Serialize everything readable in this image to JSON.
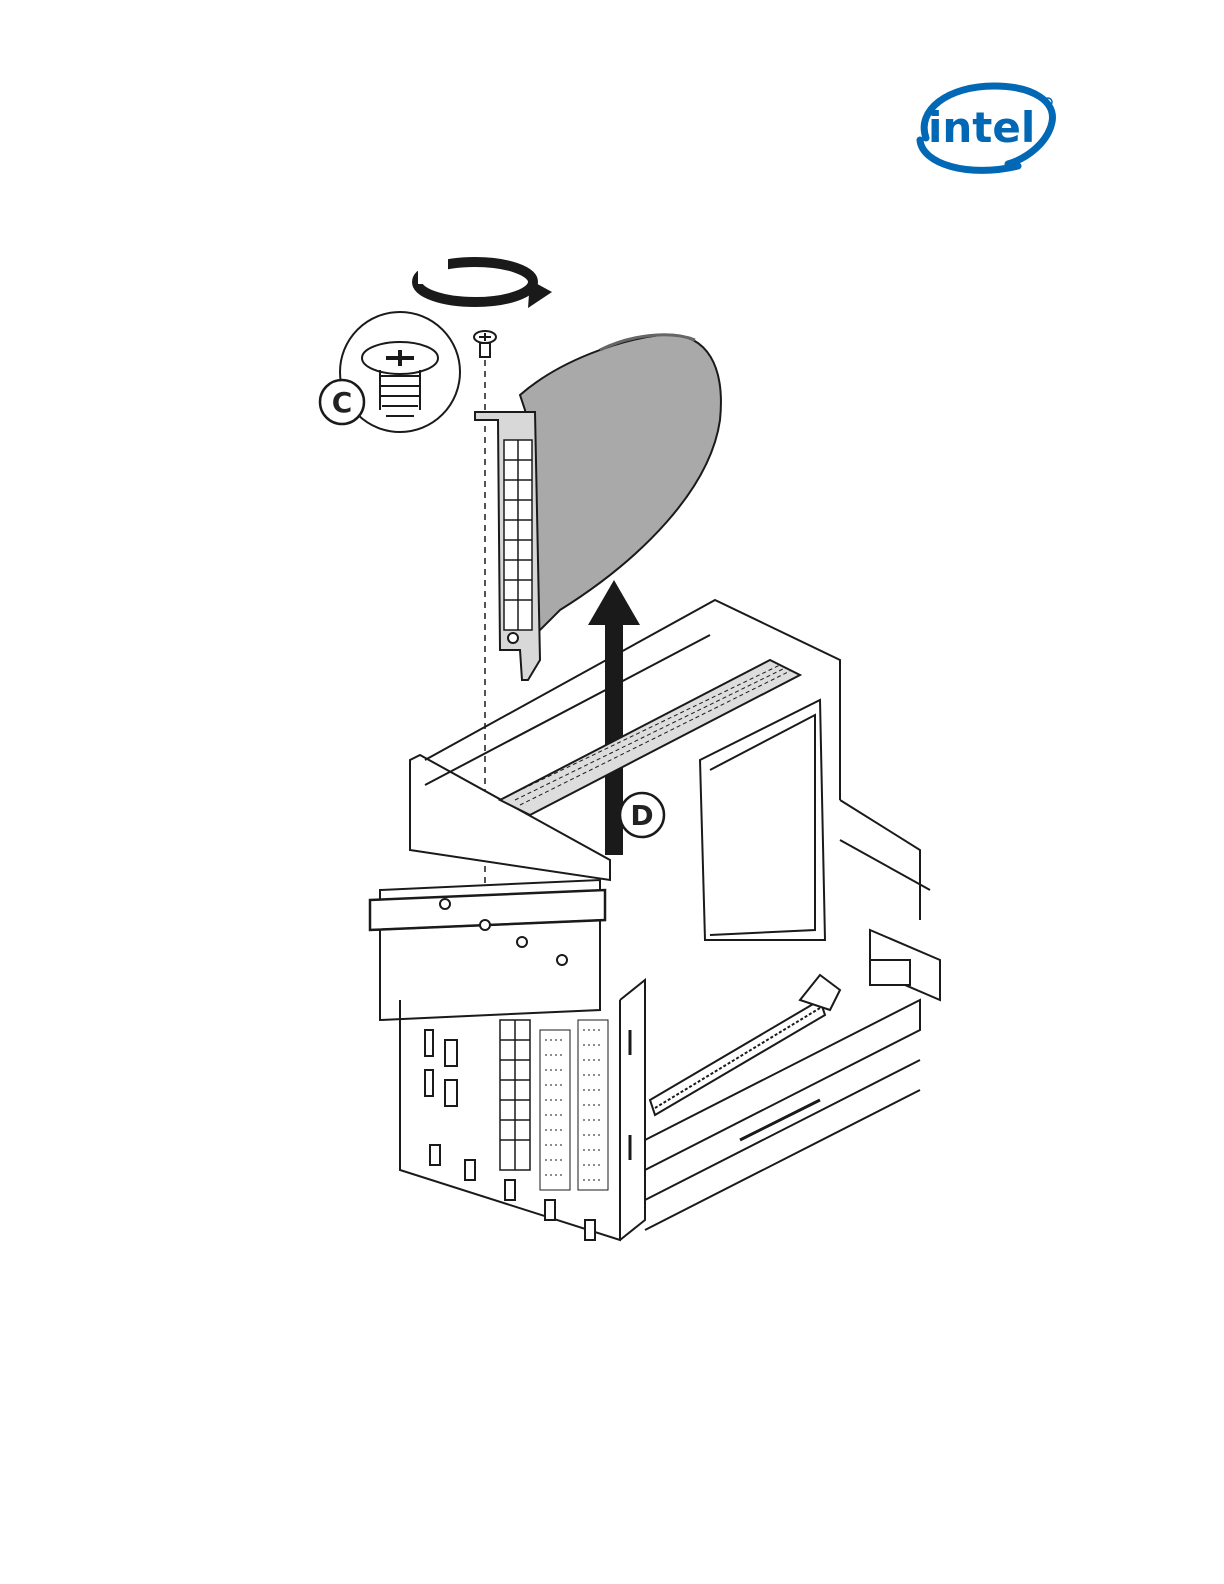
{
  "header": {
    "logo_text": "intel",
    "brand_color": "#0068b5"
  },
  "figure": {
    "callouts": {
      "c": "C",
      "d": "D"
    },
    "colors": {
      "line": "#1a1a1a",
      "card_fill": "#a9a9a9",
      "card_shade": "#8e8e8e"
    },
    "icons": [
      "rotate-arrow-icon",
      "screw-icon",
      "lift-arrow-icon"
    ]
  }
}
